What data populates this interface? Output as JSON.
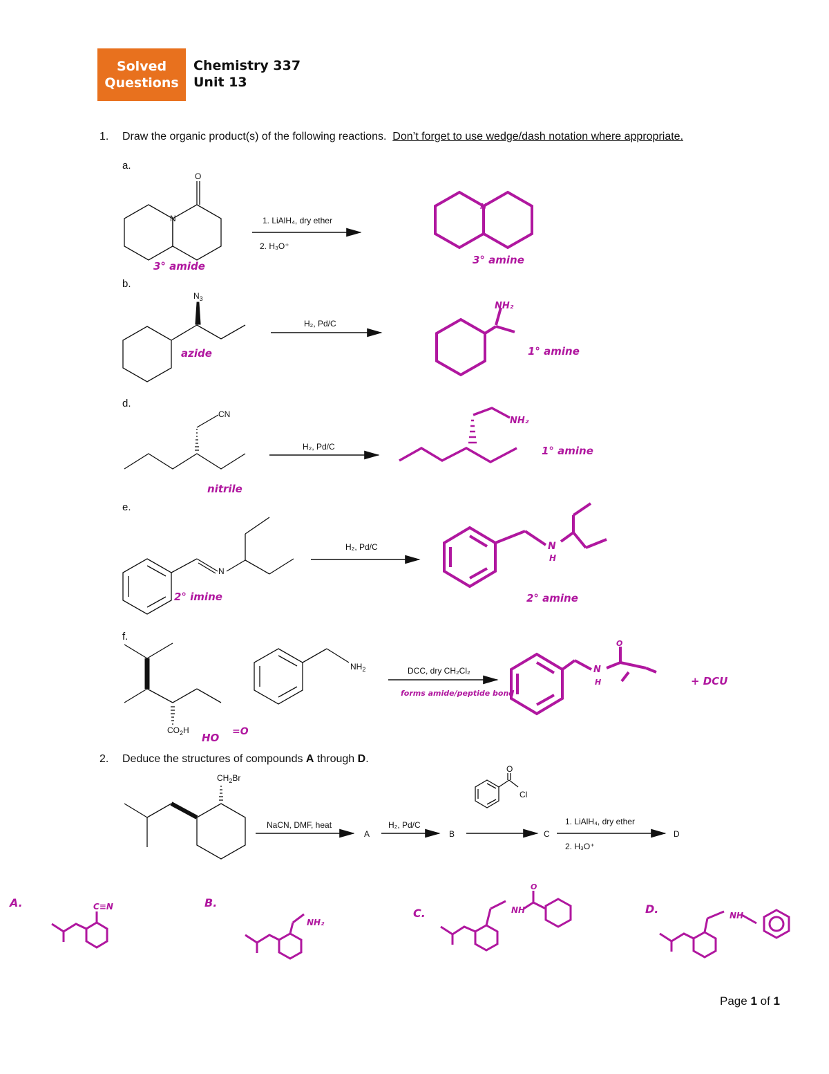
{
  "header": {
    "badge_line1": "Solved",
    "badge_line2": "Questions",
    "course": "Chemistry 337",
    "unit": "Unit 13",
    "badge_color": "#e8711e",
    "ink_color": "#b0179f"
  },
  "q1": {
    "number": "1.",
    "text": "Draw the organic product(s) of the following reactions.",
    "underlined": "Don’t forget to use wedge/dash notation where appropriate.",
    "parts": {
      "a": {
        "label": "a.",
        "reagent1": "1. LiAlH₄, dry ether",
        "reagent2": "2. H₃O⁺",
        "note_reactant": "3° amide",
        "note_product": "3° amine"
      },
      "b": {
        "label": "b.",
        "reagent": "H₂, Pd/C",
        "note_reactant": "azide",
        "note_product": "1° amine",
        "product_group": "NH₂"
      },
      "d": {
        "label": "d.",
        "reagent": "H₂, Pd/C",
        "note_reactant": "nitrile",
        "note_product": "1° amine",
        "product_group": "NH₂"
      },
      "e": {
        "label": "e.",
        "reagent": "H₂, Pd/C",
        "note_reactant": "2° imine",
        "note_product": "2° amine"
      },
      "f": {
        "label": "f.",
        "reagent": "DCC, dry CH₂Cl₂",
        "note_arrow": "forms amide/peptide bond",
        "extra_product": "+ DCU"
      }
    }
  },
  "q2": {
    "number": "2.",
    "text_before": "Deduce the structures of compounds ",
    "bold_a": "A",
    "text_mid": " through ",
    "bold_d": "D",
    "text_end": ".",
    "reagent1": "NaCN, DMF, heat",
    "reagent2": "H₂, Pd/C",
    "reagent4a": "1. LiAlH₄, dry ether",
    "reagent4b": "2. H₃O⁺",
    "compounds": [
      "A",
      "B",
      "C",
      "D"
    ],
    "answer_labels": [
      "A.",
      "B.",
      "C.",
      "D."
    ],
    "answer_b_group": "NH₂",
    "answer_a_group": "C≡N"
  },
  "footer": {
    "page_prefix": "Page ",
    "page": "1",
    "of": " of ",
    "total": "1"
  }
}
